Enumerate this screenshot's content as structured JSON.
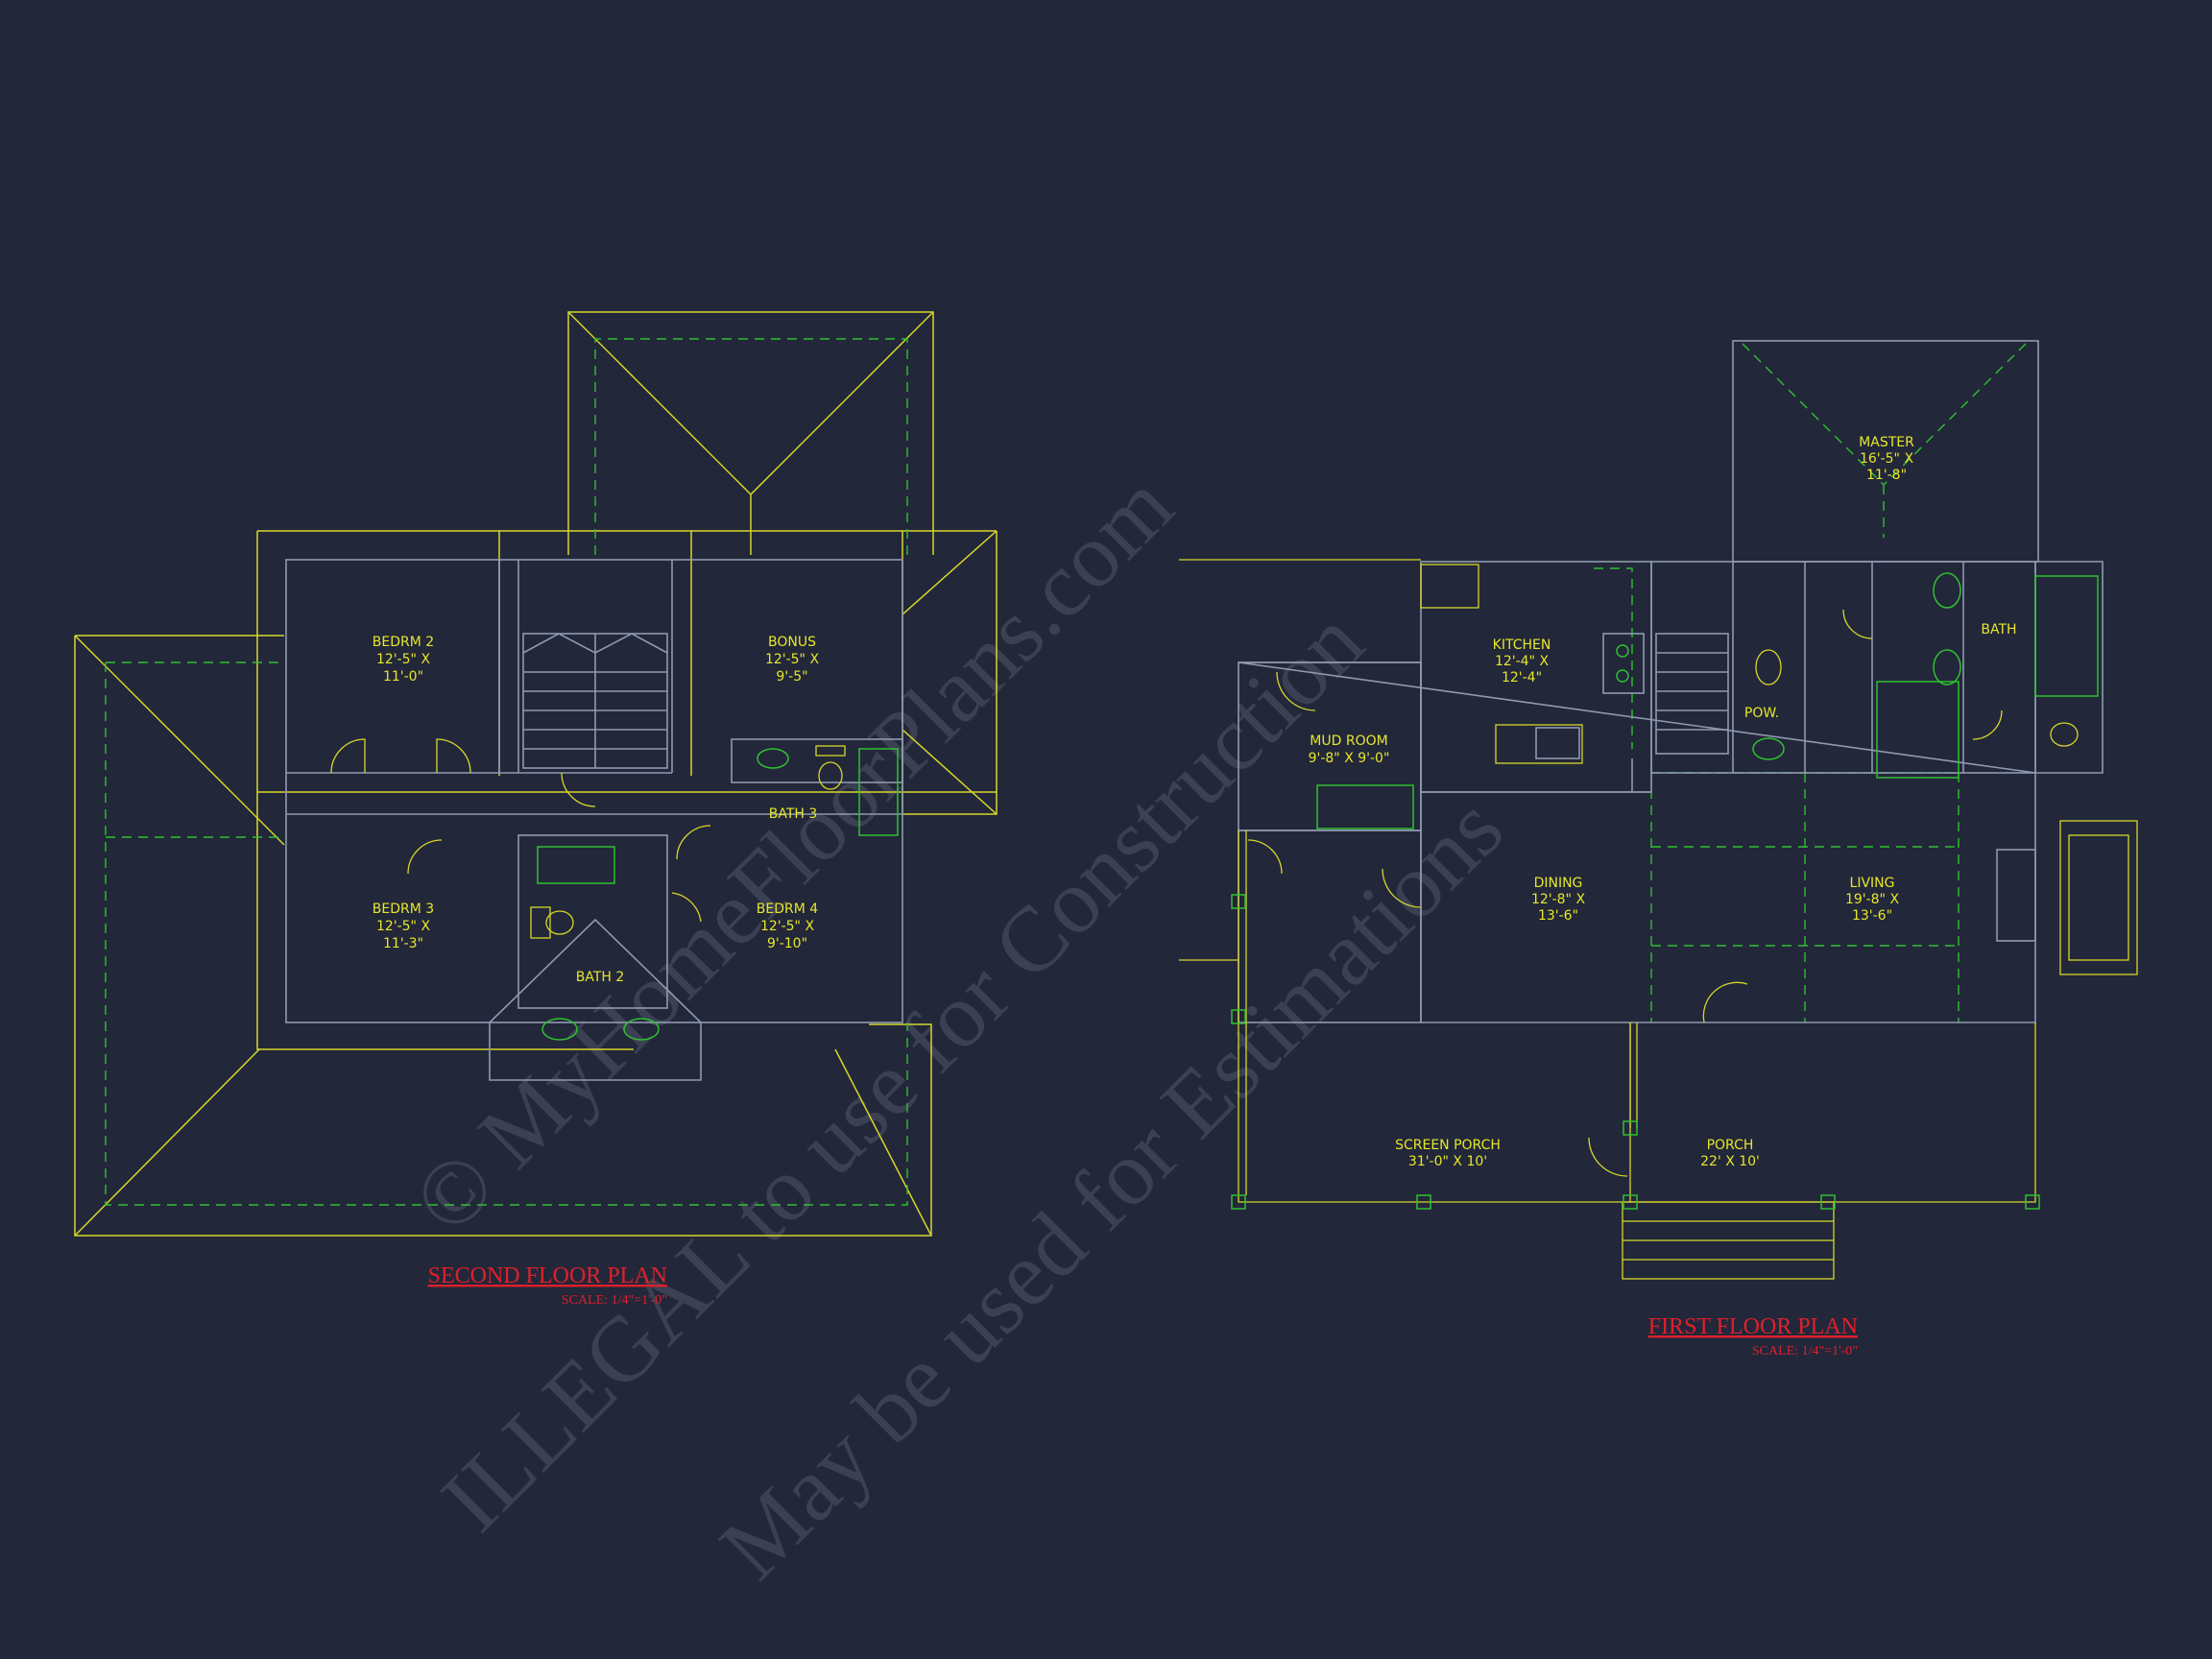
{
  "watermark": {
    "line1": "© MyHomeFloorPlans.com",
    "line2": "ILLEGAL to use for Construction",
    "line3": "May be used for Estimations"
  },
  "second_floor": {
    "title": "SECOND FLOOR PLAN",
    "scale": "SCALE: 1/4\"=1'-0\"",
    "rooms": [
      {
        "name": "BEDRM 2",
        "dims1": "12'-5\" X",
        "dims2": "11'-0\""
      },
      {
        "name": "BONUS",
        "dims1": "12'-5\" X",
        "dims2": "9'-5\""
      },
      {
        "name": "BATH 3"
      },
      {
        "name": "BEDRM 3",
        "dims1": "12'-5\" X",
        "dims2": "11'-3\""
      },
      {
        "name": "BEDRM 4",
        "dims1": "12'-5\" X",
        "dims2": "9'-10\""
      },
      {
        "name": "BATH 2"
      }
    ]
  },
  "first_floor": {
    "title": "FIRST FLOOR PLAN",
    "scale": "SCALE: 1/4\"=1'-0\"",
    "rooms": [
      {
        "name": "MASTER",
        "dims1": "16'-5\" X",
        "dims2": "11'-8\""
      },
      {
        "name": "KITCHEN",
        "dims1": "12'-4\" X",
        "dims2": "12'-4\""
      },
      {
        "name": "BATH"
      },
      {
        "name": "POW."
      },
      {
        "name": "MUD ROOM",
        "dims1": "9'-8\" X 9'-0\""
      },
      {
        "name": "DINING",
        "dims1": "12'-8\" X",
        "dims2": "13'-6\""
      },
      {
        "name": "LIVING",
        "dims1": "19'-8\" X",
        "dims2": "13'-6\""
      },
      {
        "name": "SCREEN PORCH",
        "dims1": "31'-0\" X 10'"
      },
      {
        "name": "PORCH",
        "dims1": "22' X 10'"
      }
    ]
  },
  "colors": {
    "background": "#22273a",
    "walls": "#8f9ab0",
    "roof_lines": "#d7d72a",
    "dashed_lines": "#2fc12f",
    "titles": "#e0202a",
    "labels": "#e6e62a"
  }
}
